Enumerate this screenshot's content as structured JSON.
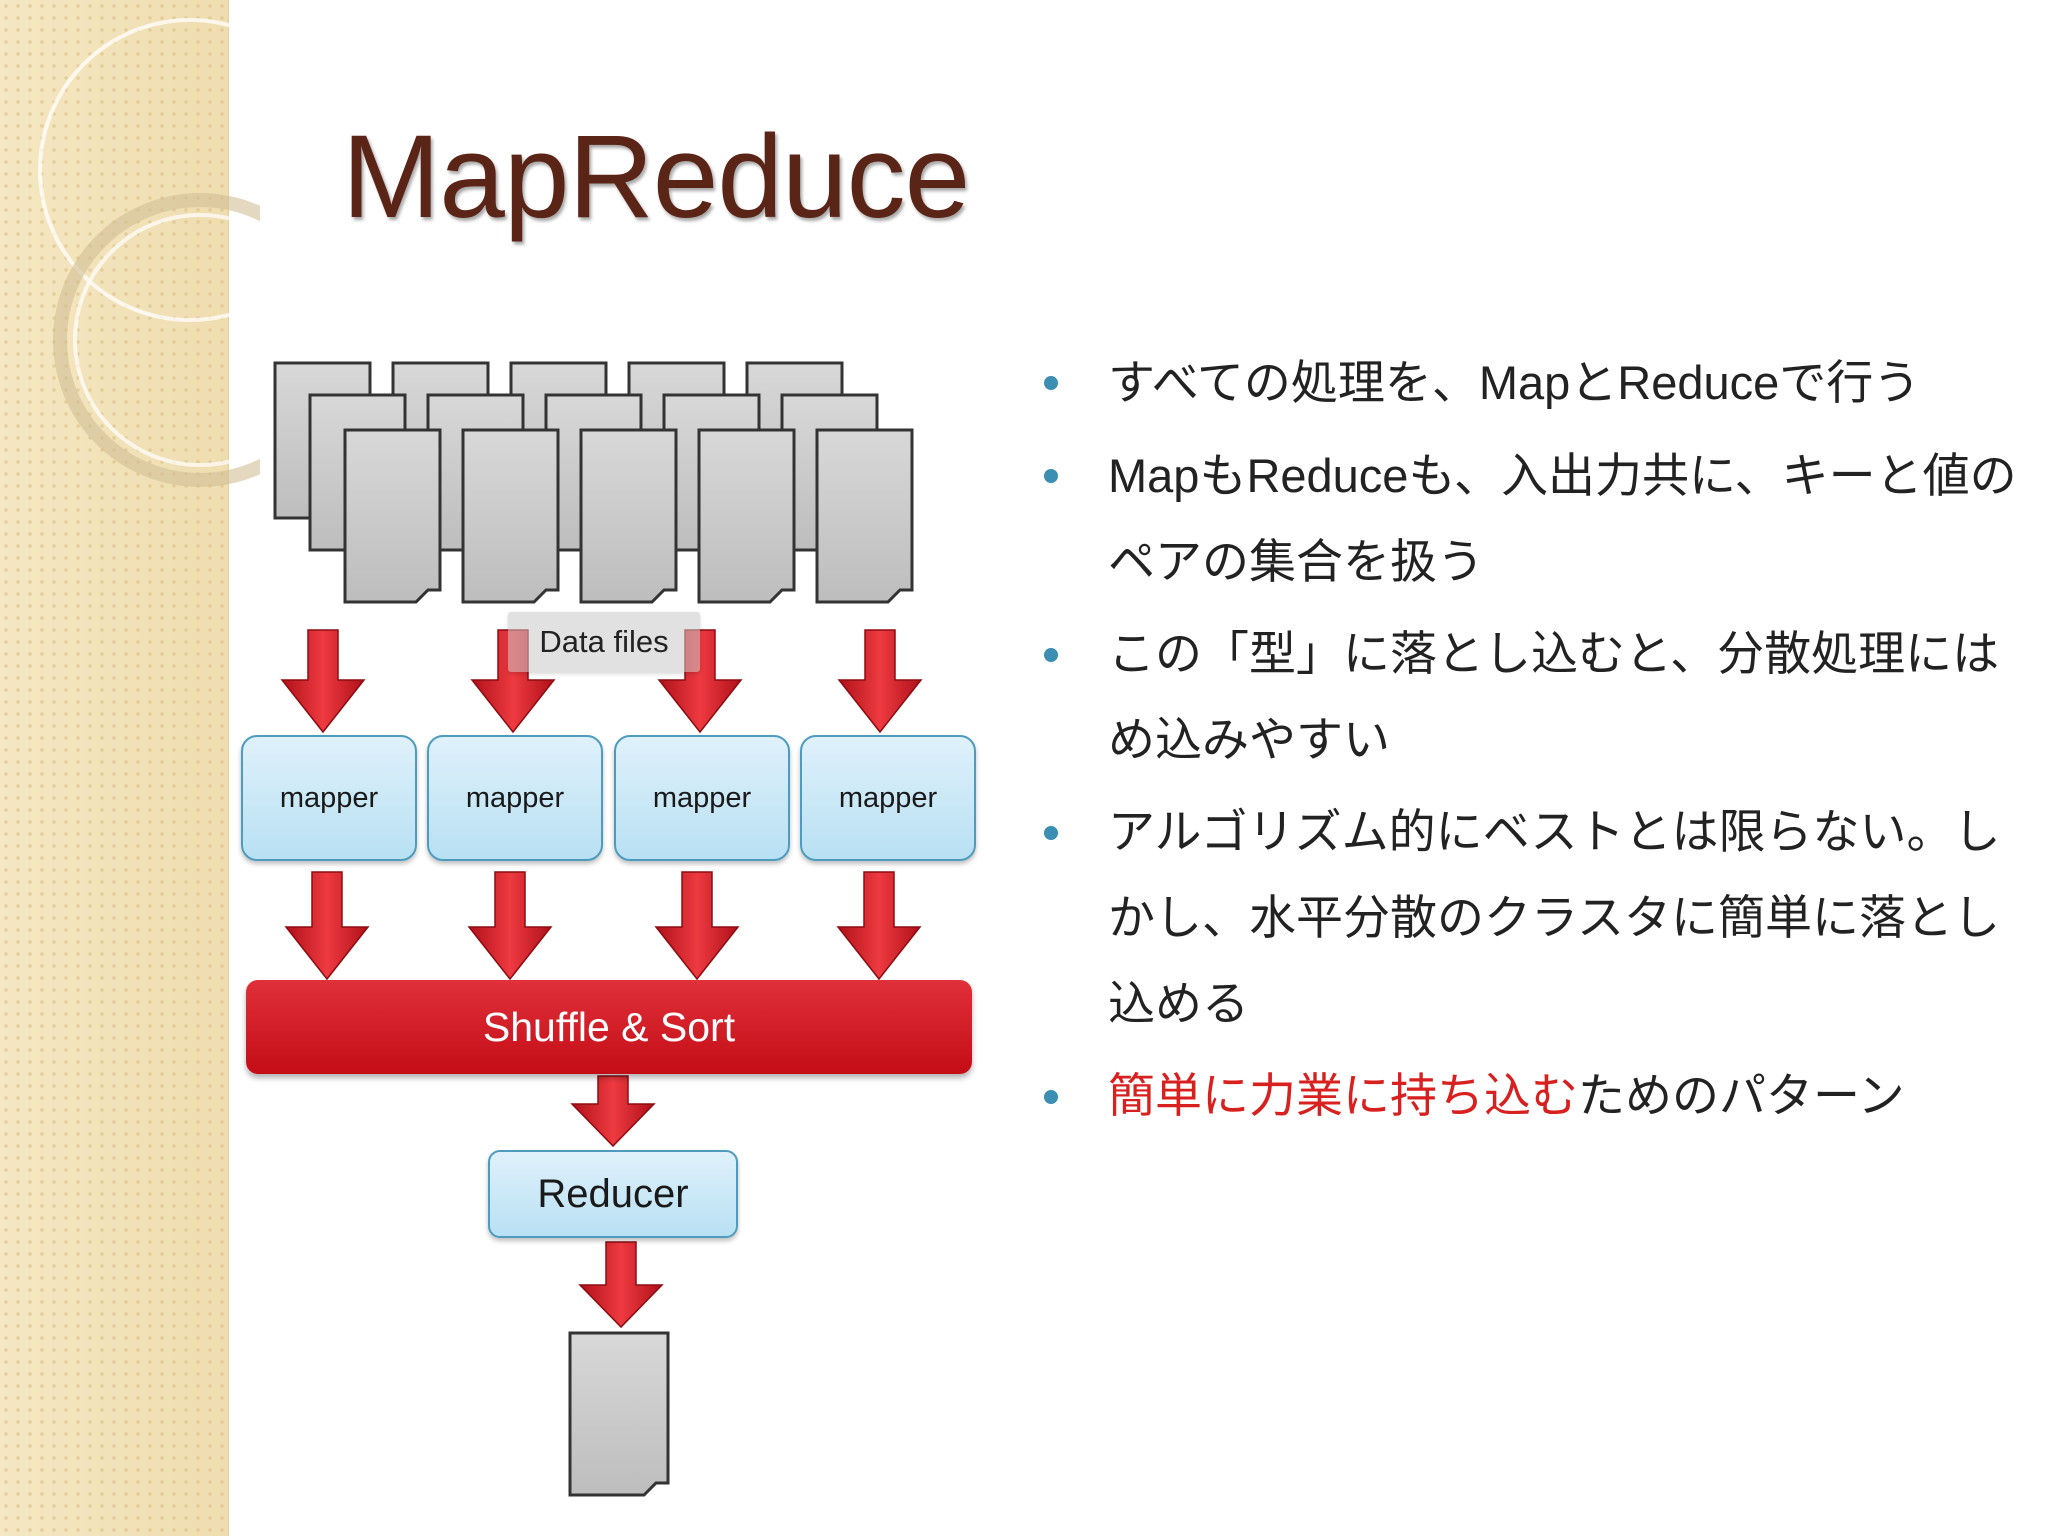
{
  "slide": {
    "title": "MapReduce"
  },
  "diagram": {
    "data_files_label": "Data files",
    "mappers": [
      "mapper",
      "mapper",
      "mapper",
      "mapper"
    ],
    "shuffle_label": "Shuffle & Sort",
    "reducer_label": "Reducer"
  },
  "bullets": [
    {
      "t1": "すべての処理を、",
      "t2": "Map",
      "t3": "と",
      "t4": "Reduce",
      "t5": "で行う"
    },
    {
      "t1": "Map",
      "t2": "も",
      "t3": "Reduce",
      "t4": "も、入出力共に、キーと値のペアの集合を扱う"
    },
    {
      "t1": "この「型」に落とし込むと、分散処理にはめ込みやすい"
    },
    {
      "t1": "アルゴリズム的にベストとは限らない。しかし、水平分散のクラスタに簡単に落とし込める"
    },
    {
      "red": "簡単に力業に持ち込む",
      "t1": "ためのパターン"
    }
  ],
  "colors": {
    "title": "#5a2416",
    "arrow_red": "#d81b23",
    "mapper_fill": "#c7e7f6",
    "bullet_dot": "#3a8fb2",
    "highlight_red": "#d8201f"
  }
}
